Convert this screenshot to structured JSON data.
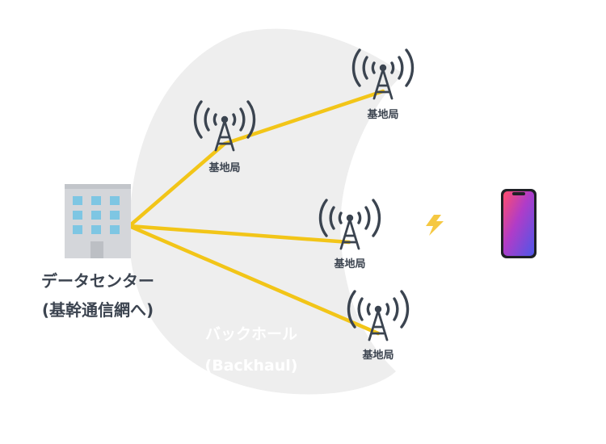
{
  "datacenter": {
    "label": "データセンター",
    "sublabel": "(基幹通信網へ)"
  },
  "backhaul": {
    "label": "バックホール",
    "sublabel": "(Backhaul)"
  },
  "towers": [
    {
      "label": "基地局"
    },
    {
      "label": "基地局"
    },
    {
      "label": "基地局"
    },
    {
      "label": "基地局"
    }
  ],
  "colors": {
    "backhaul_line": "#f2c518",
    "region": "#eeeeee",
    "tower": "#3b4450",
    "text": "#3c4450",
    "lightning": "#f5c842"
  },
  "icons": {
    "datacenter": "building-icon",
    "tower": "antenna-tower-icon",
    "phone": "smartphone-icon",
    "signal": "lightning-icon"
  }
}
